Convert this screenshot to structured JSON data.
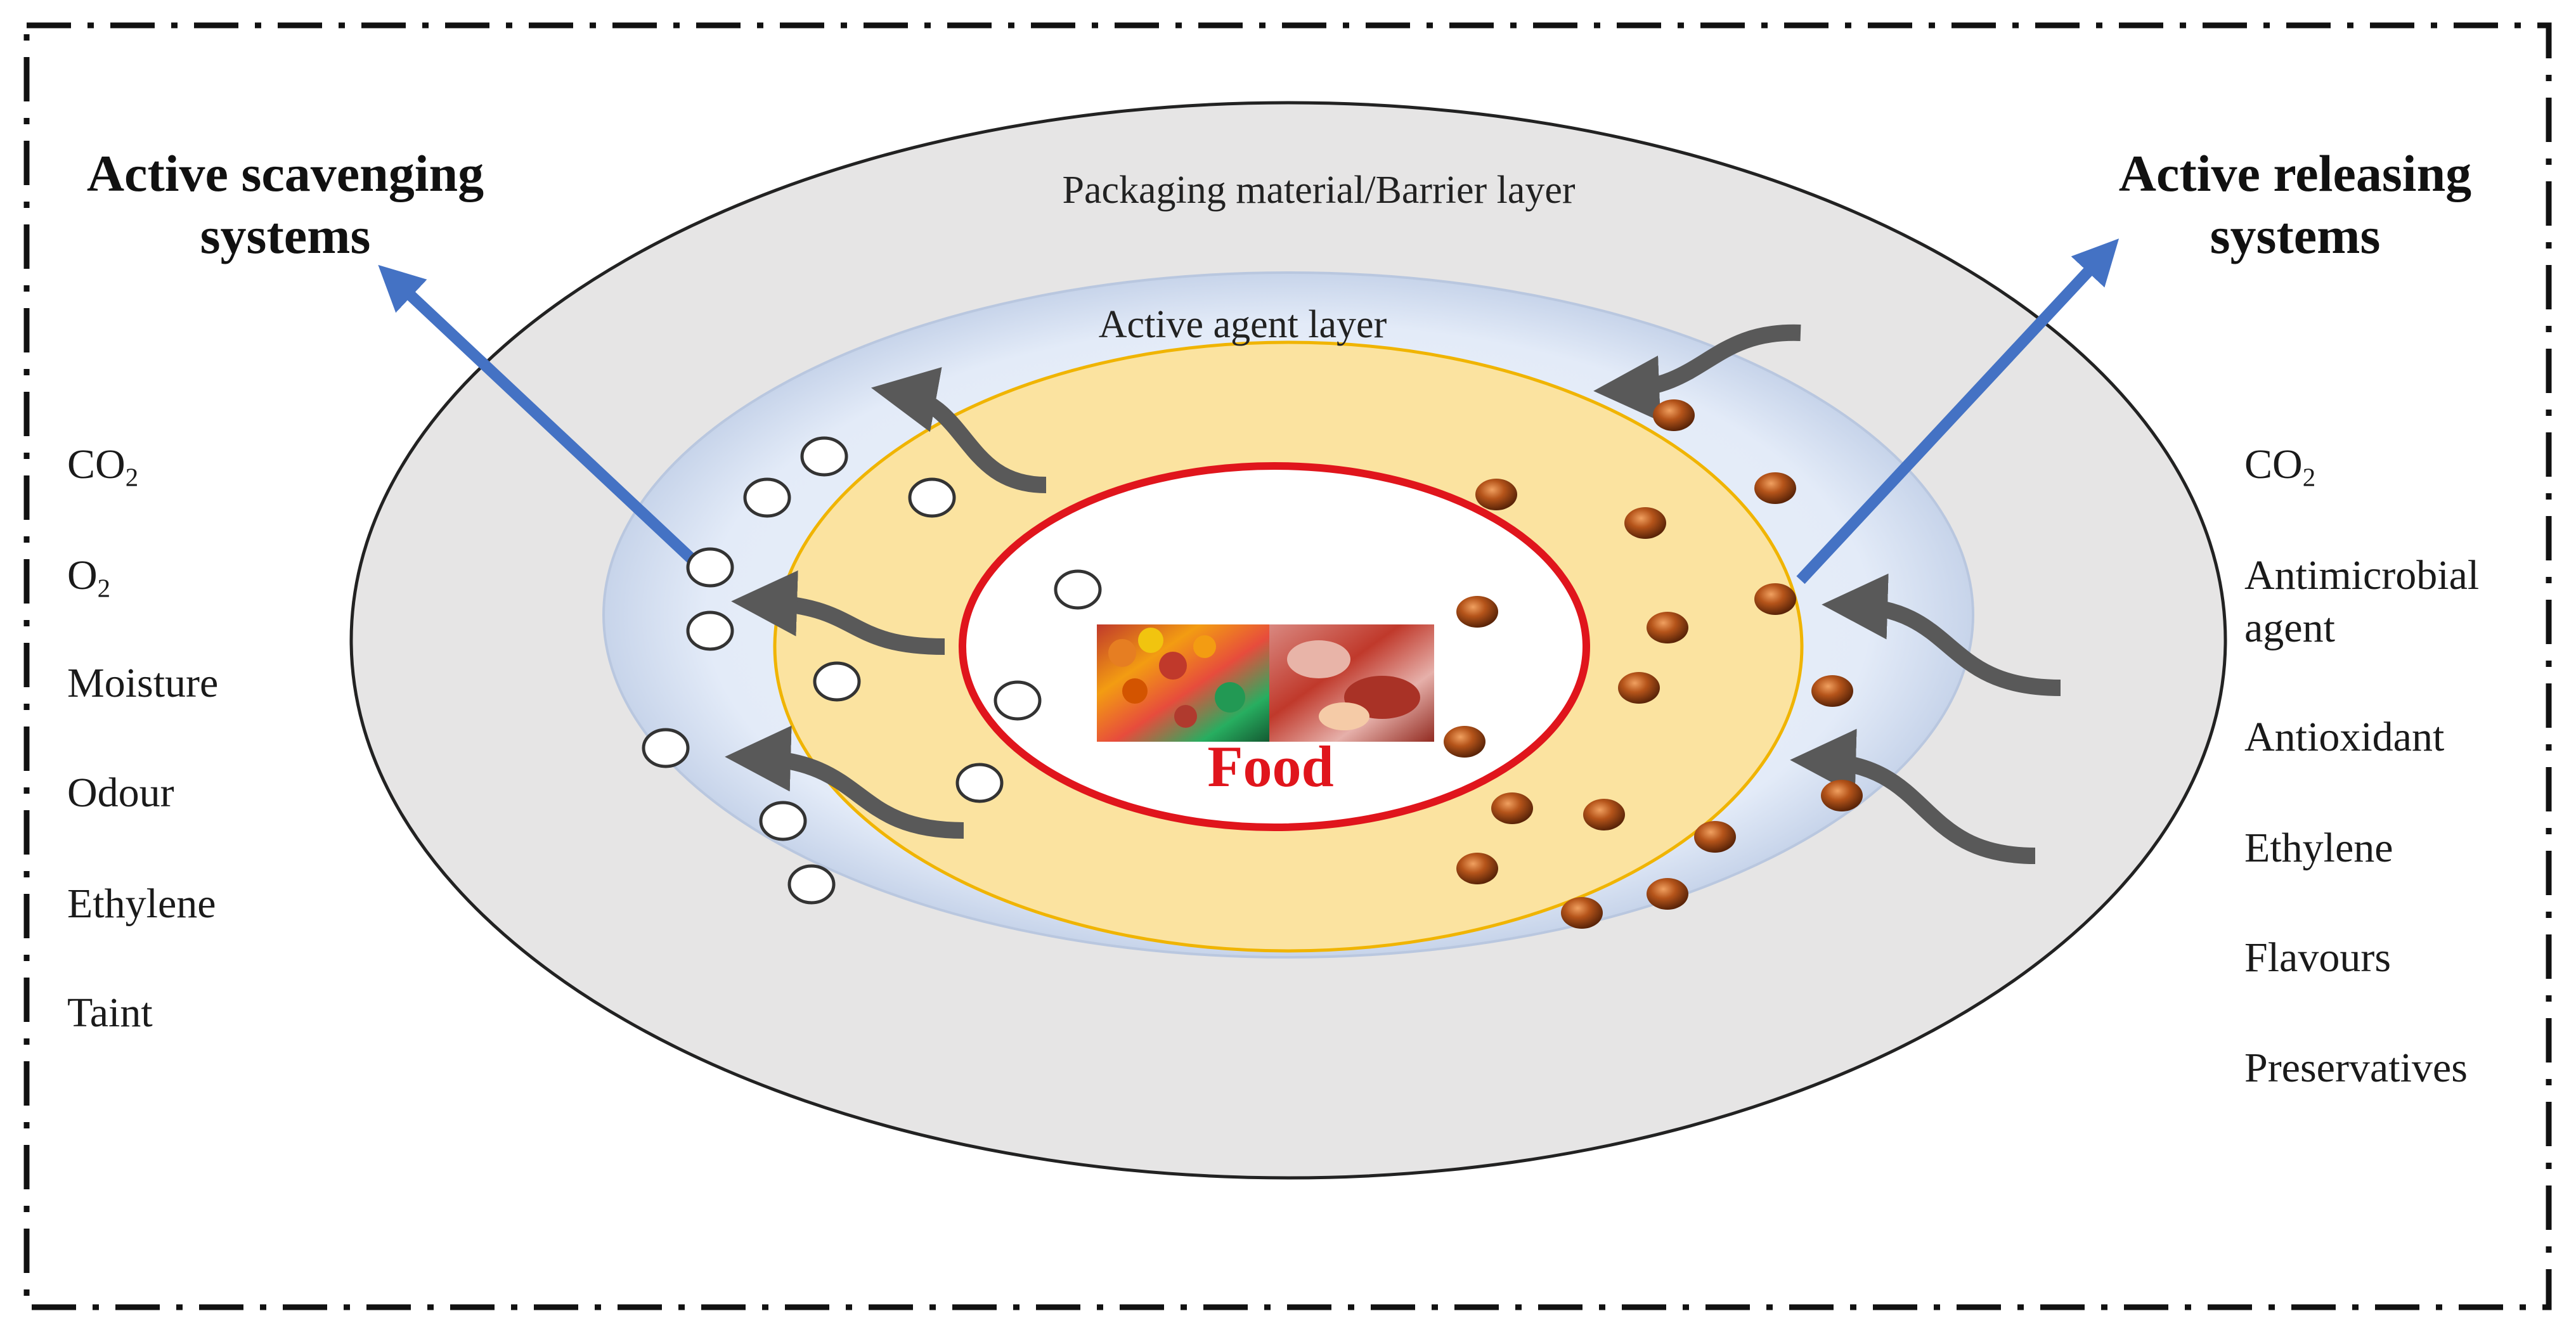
{
  "layers": {
    "outer": "Packaging material/Barrier layer",
    "active": "Active agent layer",
    "food": "Food"
  },
  "scavenging": {
    "heading_line1": "Active scavenging",
    "heading_line2": "systems",
    "items": [
      {
        "main": "CO",
        "sub": "2"
      },
      {
        "main": "O",
        "sub": "2"
      },
      {
        "main": "Moisture",
        "sub": ""
      },
      {
        "main": "Odour",
        "sub": ""
      },
      {
        "main": "Ethylene",
        "sub": ""
      },
      {
        "main": "Taint",
        "sub": ""
      }
    ]
  },
  "releasing": {
    "heading_line1": "Active releasing",
    "heading_line2": "systems",
    "items": [
      {
        "main": "CO",
        "sub": "2"
      },
      {
        "main": "Antimicrobial",
        "sub": ""
      },
      {
        "main": "agent",
        "sub": ""
      },
      {
        "main": "Antioxidant",
        "sub": ""
      },
      {
        "main": "Ethylene",
        "sub": ""
      },
      {
        "main": "Flavours",
        "sub": ""
      },
      {
        "main": "Preservatives",
        "sub": ""
      }
    ]
  },
  "colors": {
    "outer_fill": "#e6e5e5",
    "active_fill": "#e5ecf8",
    "yellow_fill": "#fbe3a0",
    "yellow_stroke": "#f0b400",
    "food_stroke": "#e0151c",
    "arrow_blue": "#4472c4",
    "arrow_gray": "#595959",
    "bead": "#b5541a"
  }
}
